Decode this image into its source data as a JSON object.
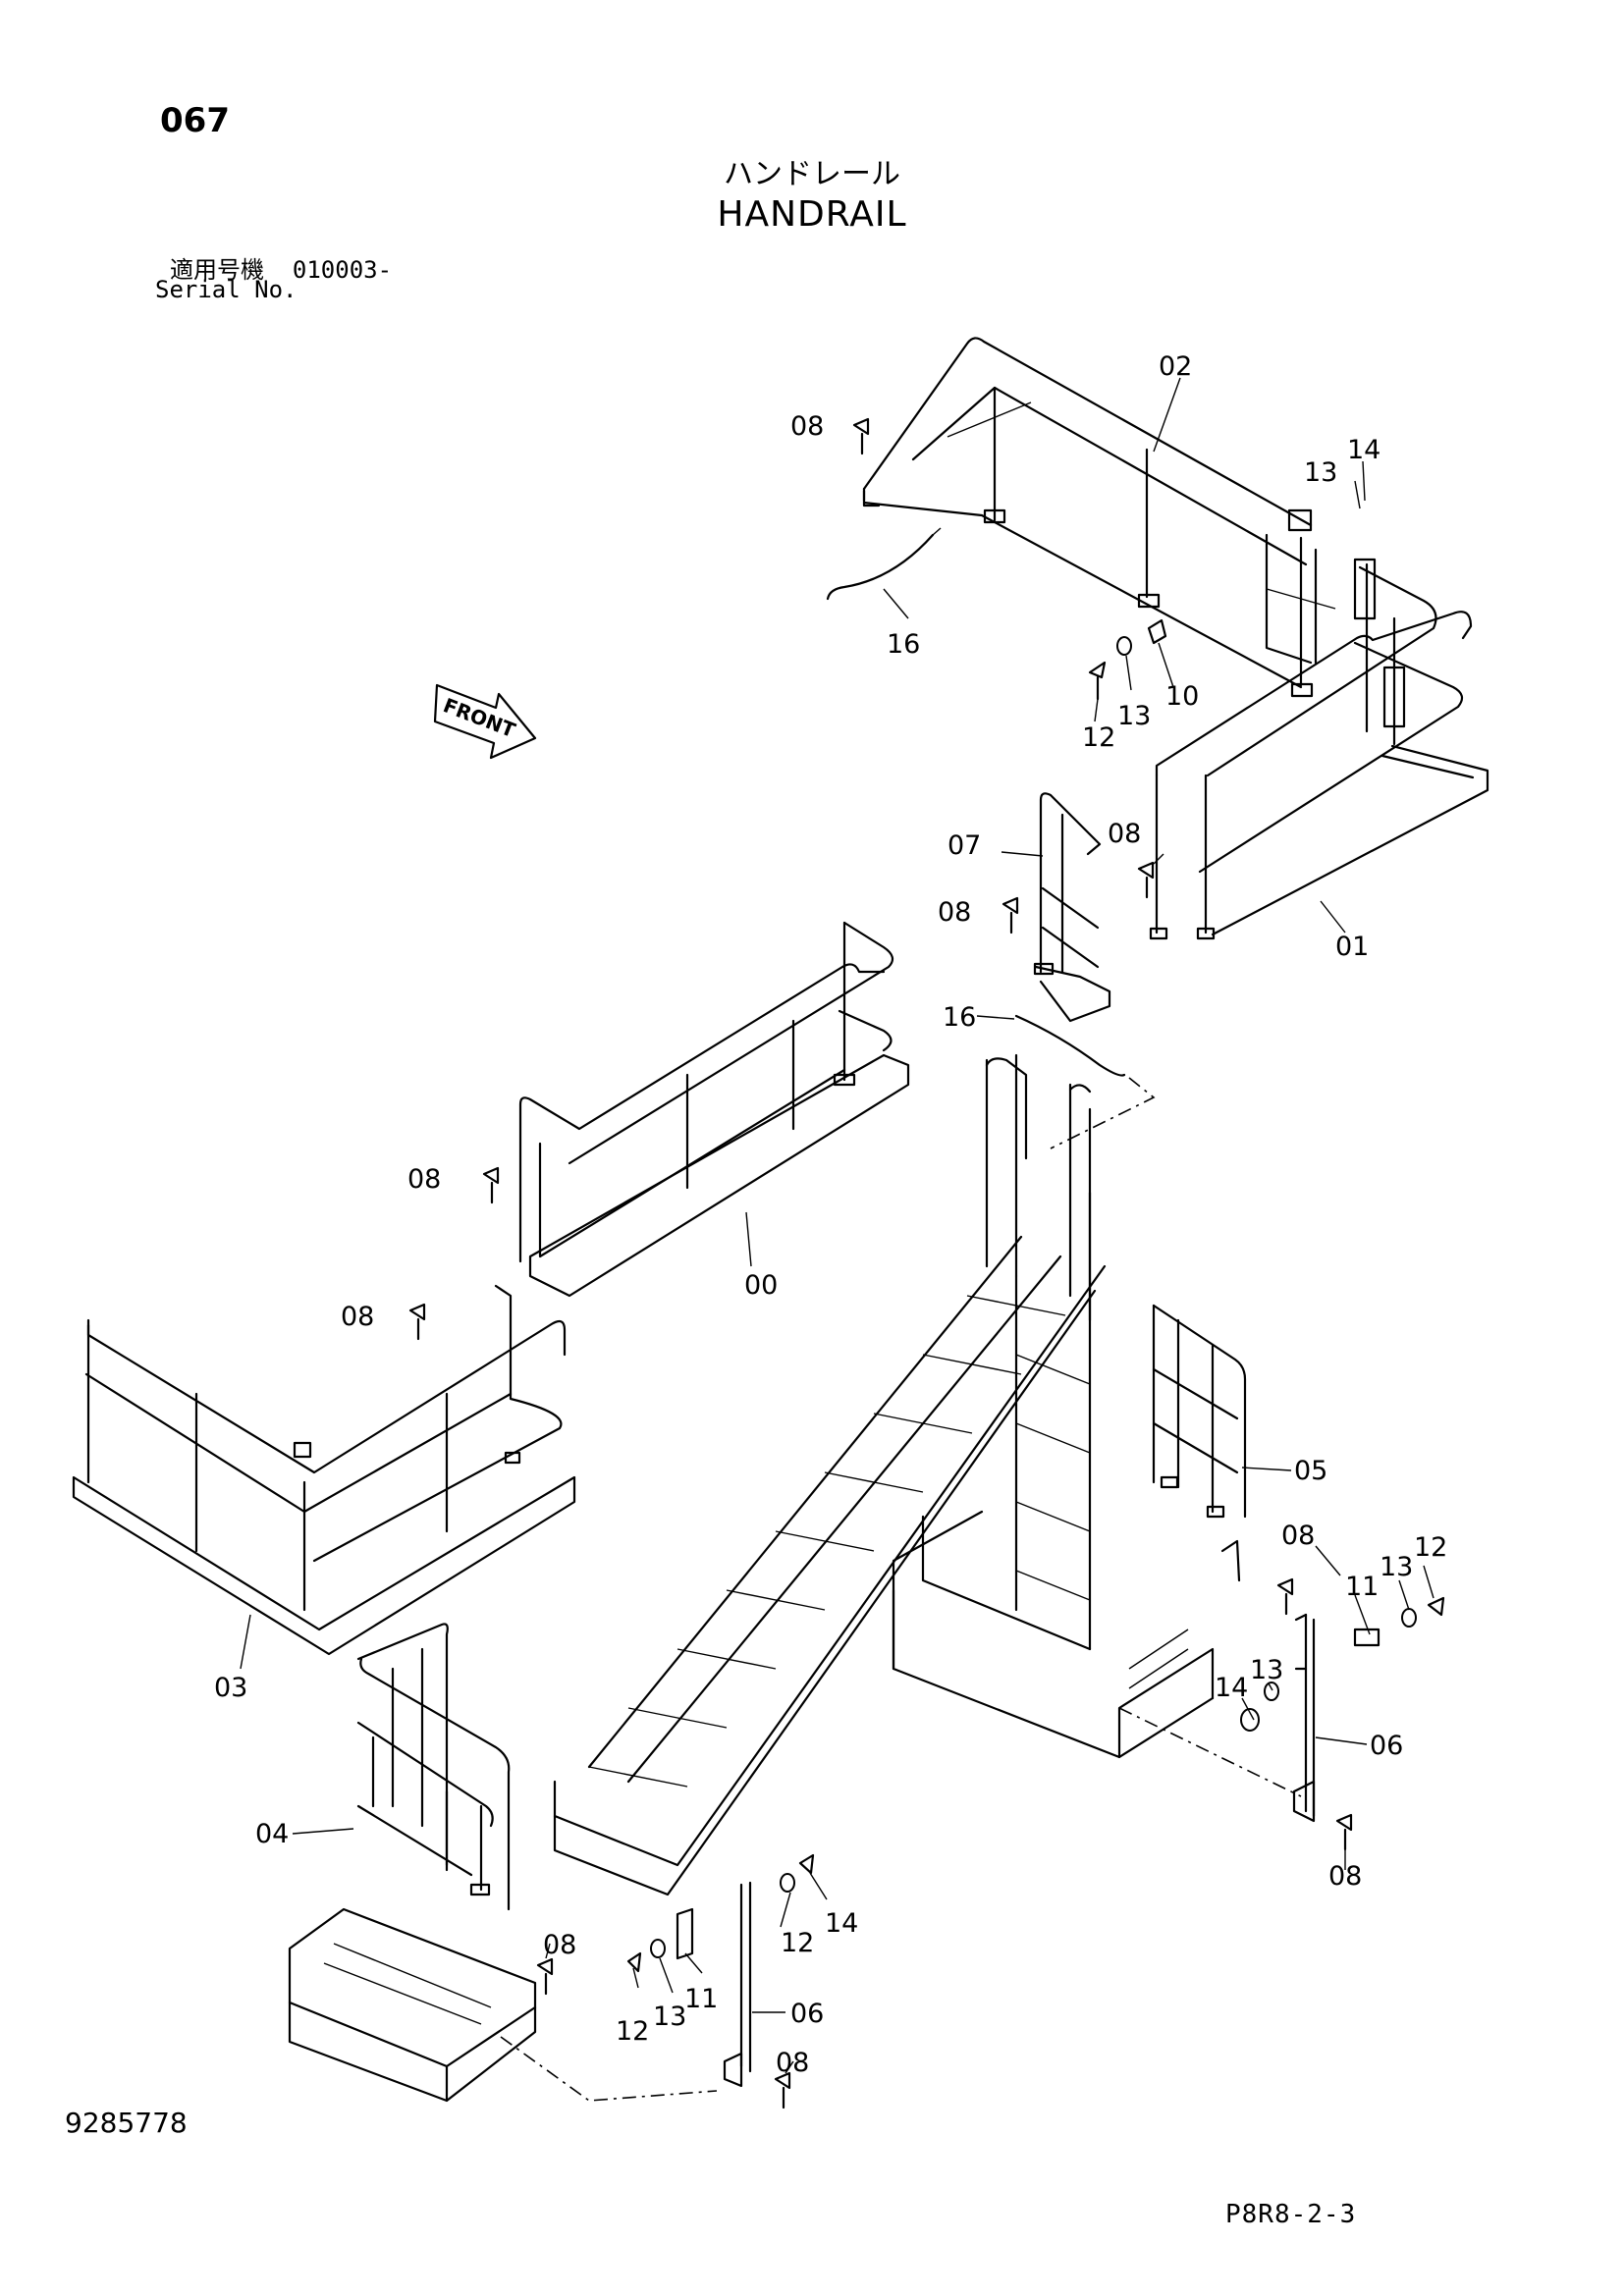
{
  "header": {
    "page_number": "067",
    "title_jp": "ハンドレール",
    "title_en": "HANDRAIL",
    "serial_label_jp": "適用号機",
    "serial_value": "010003-",
    "serial_label_en": "Serial No."
  },
  "footer": {
    "document_number": "9285778",
    "page_code": "P8R8-2-3"
  },
  "orientation_arrow": {
    "label": "FRONT"
  },
  "callouts": [
    "00",
    "01",
    "02",
    "03",
    "04",
    "05",
    "06",
    "06",
    "07",
    "08",
    "08",
    "08",
    "08",
    "08",
    "08",
    "08",
    "08",
    "08",
    "10",
    "11",
    "11",
    "12",
    "12",
    "12",
    "13",
    "13",
    "13",
    "13",
    "14",
    "14",
    "14",
    "16",
    "16"
  ]
}
